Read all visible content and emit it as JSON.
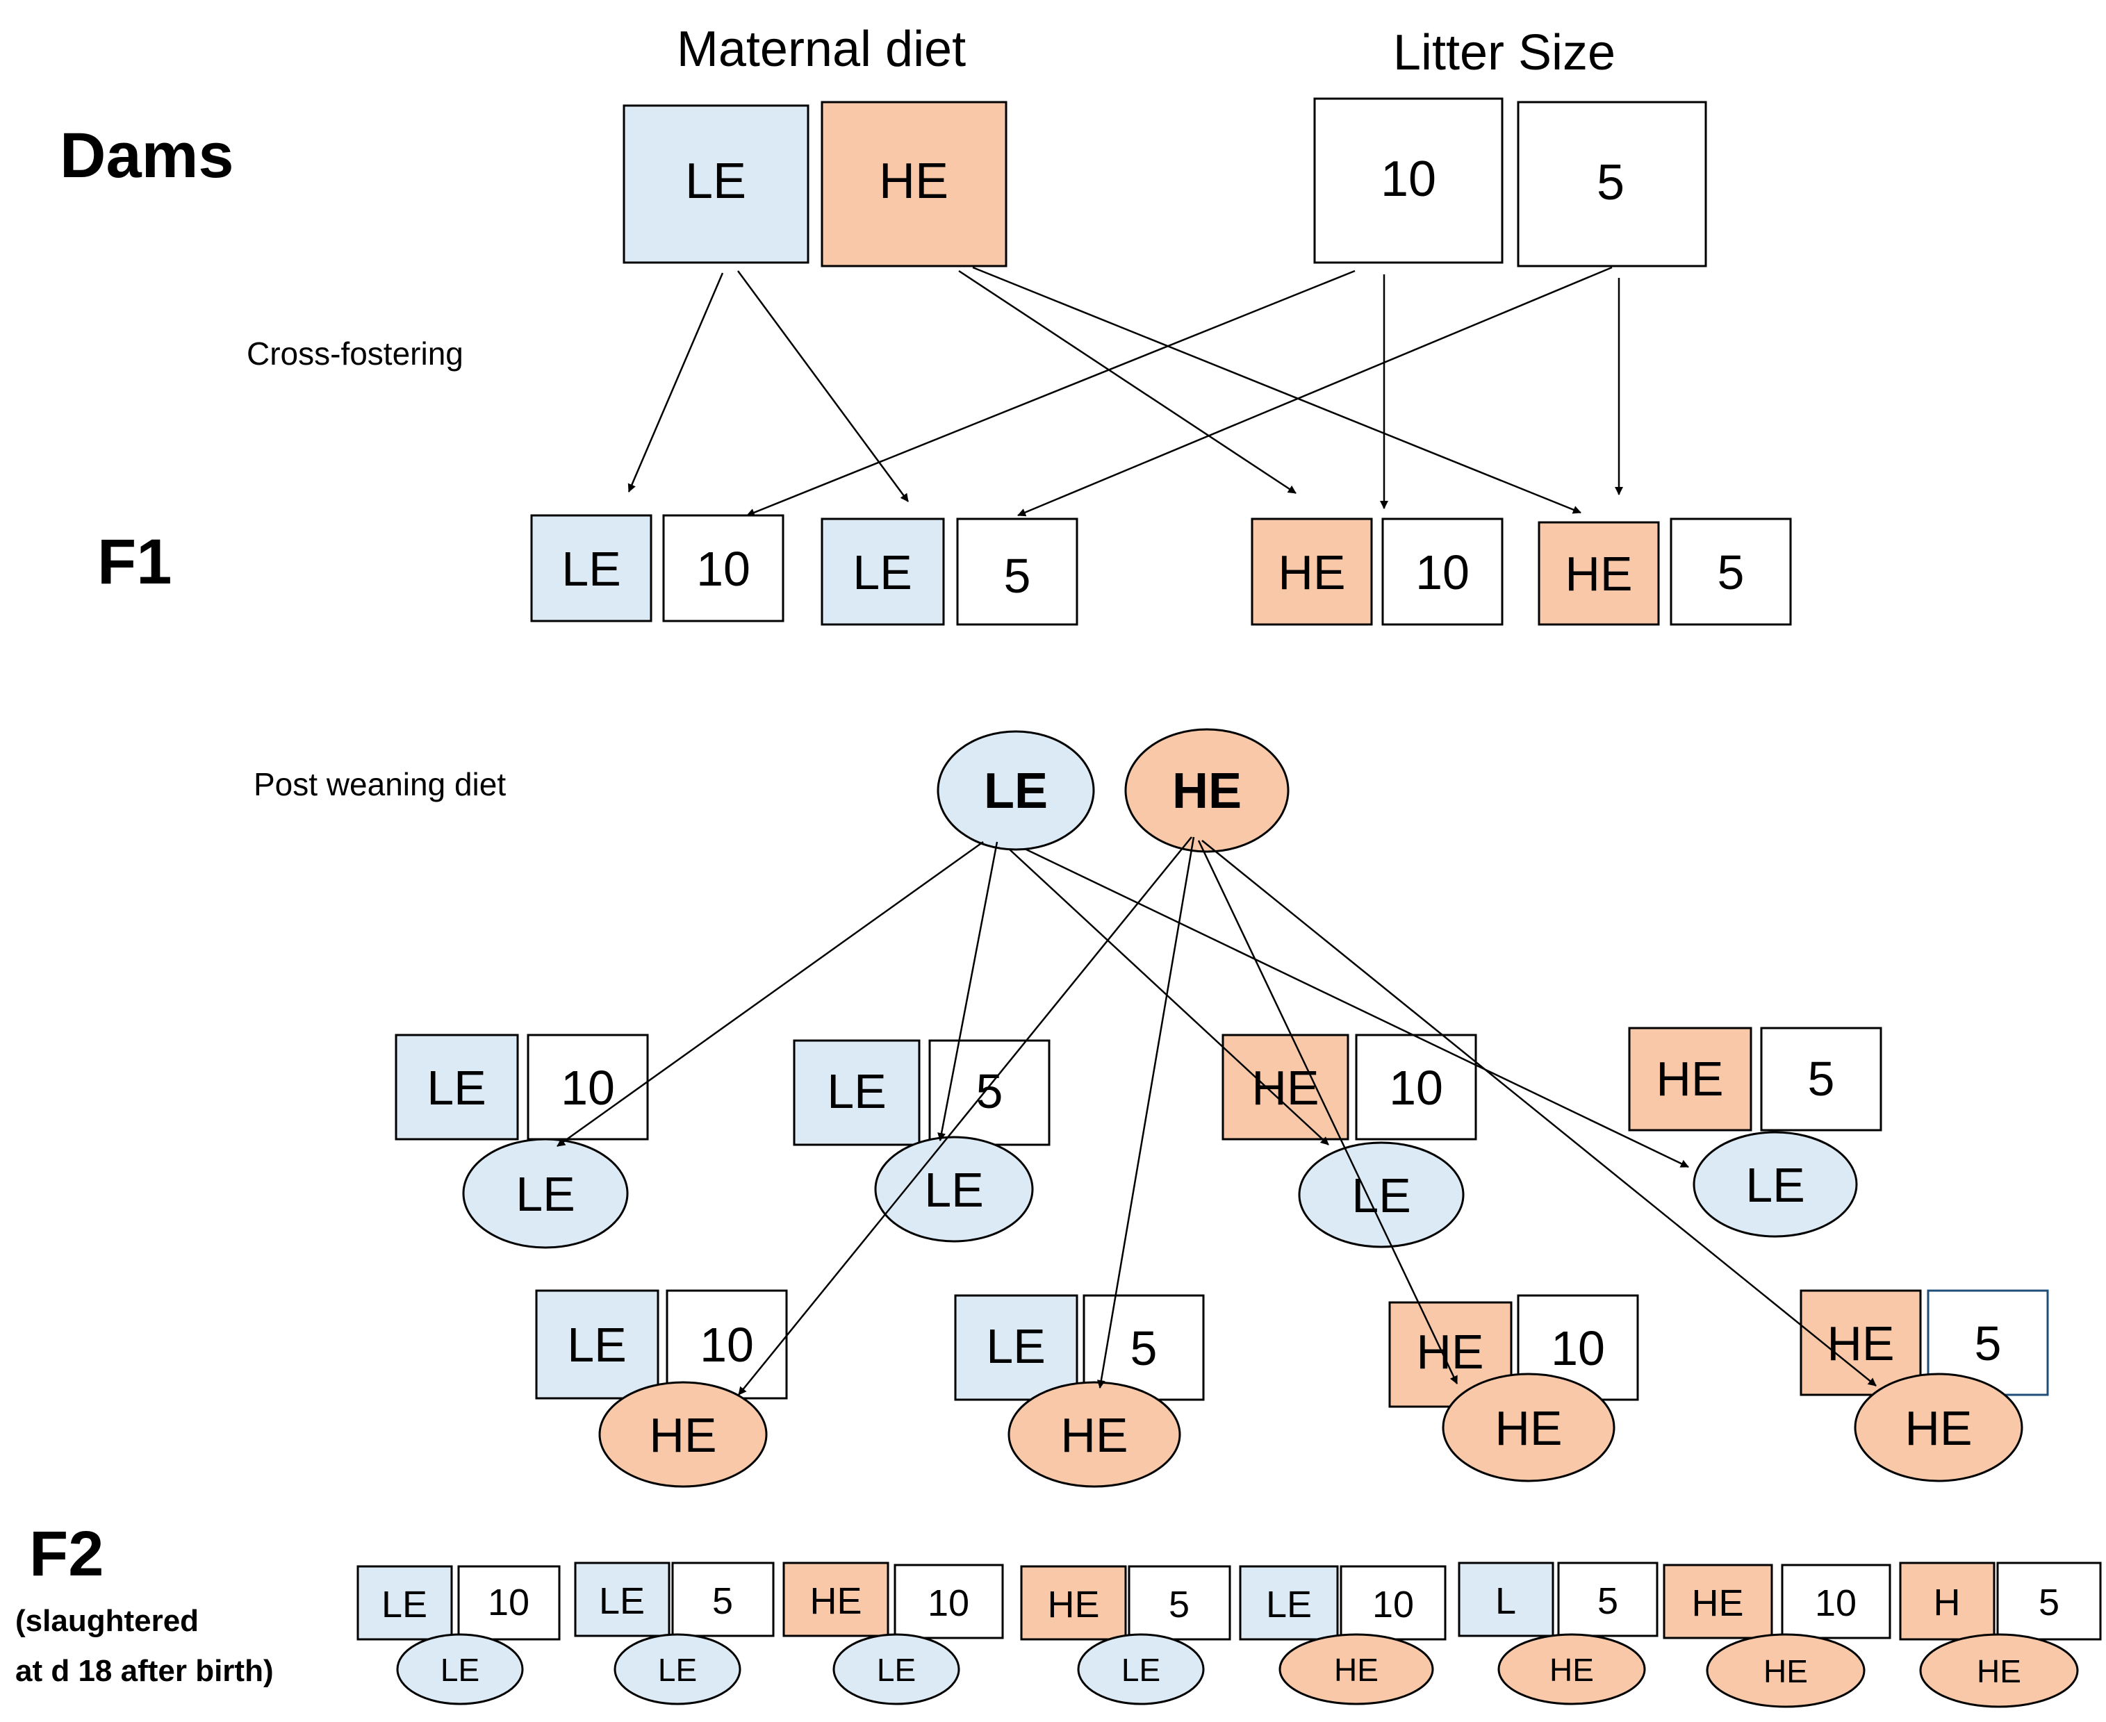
{
  "labels": {
    "dams": "Dams",
    "f1": "F1",
    "f2": "F2",
    "f2_note_line1": "(slaughtered",
    "f2_note_line2": "at d 18 after birth)",
    "maternal_diet": "Maternal diet",
    "litter_size": "Litter Size",
    "cross_fostering": "Cross-fostering",
    "post_weaning_diet": "Post weaning diet"
  },
  "dams": {
    "diet_le": "LE",
    "diet_he": "HE",
    "litter_10": "10",
    "litter_5": "5"
  },
  "f1_groups": [
    {
      "diet": "LE",
      "litter": "10"
    },
    {
      "diet": "LE",
      "litter": "5"
    },
    {
      "diet": "HE",
      "litter": "10"
    },
    {
      "diet": "HE",
      "litter": "5"
    }
  ],
  "post_weaning": {
    "le": "LE",
    "he": "HE"
  },
  "f1_le_row": [
    {
      "diet": "LE",
      "litter": "10",
      "post": "LE"
    },
    {
      "diet": "LE",
      "litter": "5",
      "post": "LE"
    },
    {
      "diet": "HE",
      "litter": "10",
      "post": "LE"
    },
    {
      "diet": "HE",
      "litter": "5",
      "post": "LE"
    }
  ],
  "f1_he_row": [
    {
      "diet": "LE",
      "litter": "10",
      "post": "HE"
    },
    {
      "diet": "LE",
      "litter": "5",
      "post": "HE"
    },
    {
      "diet": "HE",
      "litter": "10",
      "post": "HE"
    },
    {
      "diet": "HE",
      "litter": "5",
      "post": "HE"
    }
  ],
  "f2_groups": [
    {
      "diet": "LE",
      "litter": "10",
      "post": "LE"
    },
    {
      "diet": "LE",
      "litter": "5",
      "post": "LE"
    },
    {
      "diet": "HE",
      "litter": "10",
      "post": "LE"
    },
    {
      "diet": "HE",
      "litter": "5",
      "post": "LE"
    },
    {
      "diet": "LE",
      "litter": "10",
      "post": "HE"
    },
    {
      "diet": "L",
      "litter": "5",
      "post": "HE"
    },
    {
      "diet": "HE",
      "litter": "10",
      "post": "HE"
    },
    {
      "diet": "H",
      "litter": "5",
      "post": "HE"
    }
  ],
  "colors": {
    "low_energy": "#dbeaf5",
    "high_energy": "#f8c8a8"
  }
}
